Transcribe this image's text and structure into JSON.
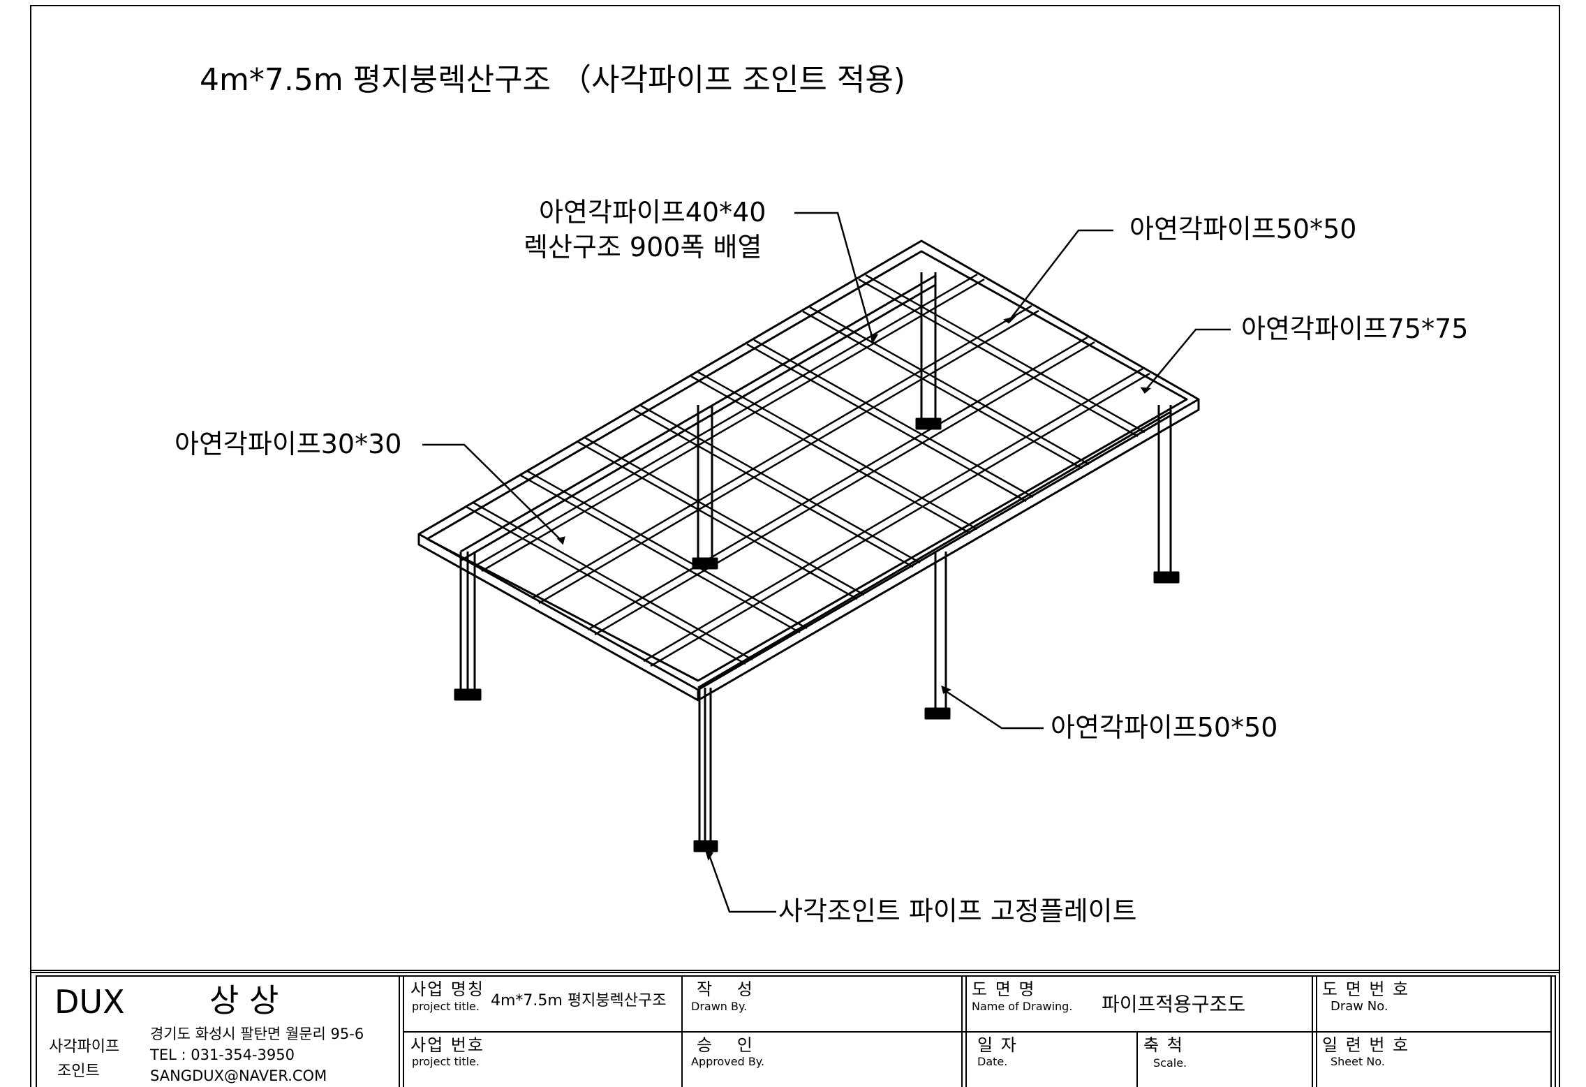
{
  "title": "4m*7.5m 평지붕렉산구조 （사각파이프 조인트 적용)",
  "callouts": {
    "pipe_40": "아연각파이프40*40",
    "lexan_array": "렉산구조 900폭 배열",
    "pipe_50_top": "아연각파이프50*50",
    "pipe_75": "아연각파이프75*75",
    "pipe_30": "아연각파이프30*30",
    "pipe_50_post": "아연각파이프50*50",
    "fixing_plate": "사각조인트 파이프 고정플레이트"
  },
  "title_block": {
    "company": {
      "brand": "DUX",
      "name": "상 상",
      "product_line1": "사각파이프",
      "product_line2": "조인트",
      "address": "경기도 화성시 팔탄면 월문리 95-6",
      "tel": "TEL : 031-354-3950",
      "email": "SANGDUX@NAVER.COM"
    },
    "project_name": {
      "label_ko": "사업 명칭",
      "label_en": "project title.",
      "value": "4m*7.5m 평지붕렉산구조"
    },
    "project_no": {
      "label_ko": "사업 번호",
      "label_en": "project title."
    },
    "drawn_by": {
      "label_ko": "작    성",
      "label_en": "Drawn By."
    },
    "approved_by": {
      "label_ko": "승    인",
      "label_en": "Approved By."
    },
    "drawing_name": {
      "label_ko": "도   면   명",
      "label_en": "Name of Drawing.",
      "value": "파이프적용구조도"
    },
    "date": {
      "label_ko": "일   자",
      "label_en": "Date."
    },
    "scale": {
      "label_ko": "축   척",
      "label_en": "Scale."
    },
    "draw_no": {
      "label_ko": "도 면 번 호",
      "label_en": "Draw No."
    },
    "sheet_no": {
      "label_ko": "일 련 번 호",
      "label_en": "Sheet No."
    }
  }
}
